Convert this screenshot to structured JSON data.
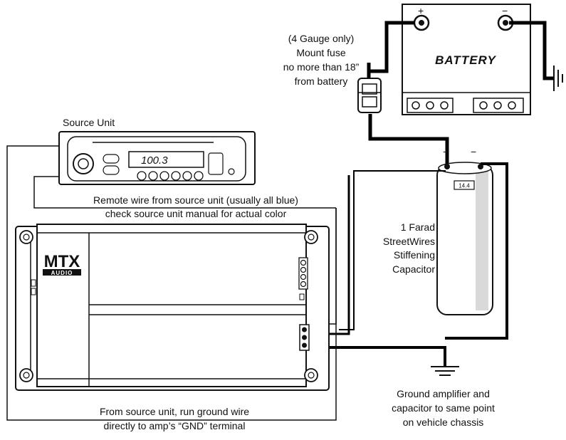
{
  "labels": {
    "fuse_note": [
      "(4 Gauge only)",
      "Mount fuse",
      "no more than 18”",
      "from battery"
    ],
    "battery_name": "BATTERY",
    "battery_pos": "+",
    "battery_neg": "−",
    "source_unit": "Source Unit",
    "radio_display": "100.3",
    "amp_brand_top": "MTX",
    "amp_brand_bottom": "AUDIO",
    "remote_wire": [
      "Remote wire from source unit (usually all blue)",
      "check source unit manual for actual color"
    ],
    "cap_pos": "+",
    "cap_neg": "−",
    "cap_display": "14.4",
    "capacitor": [
      "1 Farad",
      "StreetWires",
      "Stiffening",
      "Capacitor"
    ],
    "amp_ground": [
      "From source unit, run ground wire",
      "directly to amp’s “GND” terminal"
    ],
    "chassis_ground": [
      "Ground amplifier and",
      "capacitor to same point",
      "on vehicle chassis"
    ]
  },
  "colors": {
    "wire": "#000000",
    "outline": "#1a1a1a",
    "amp_fill": "#ffffff",
    "cap_shade": "#d9d9d9"
  }
}
